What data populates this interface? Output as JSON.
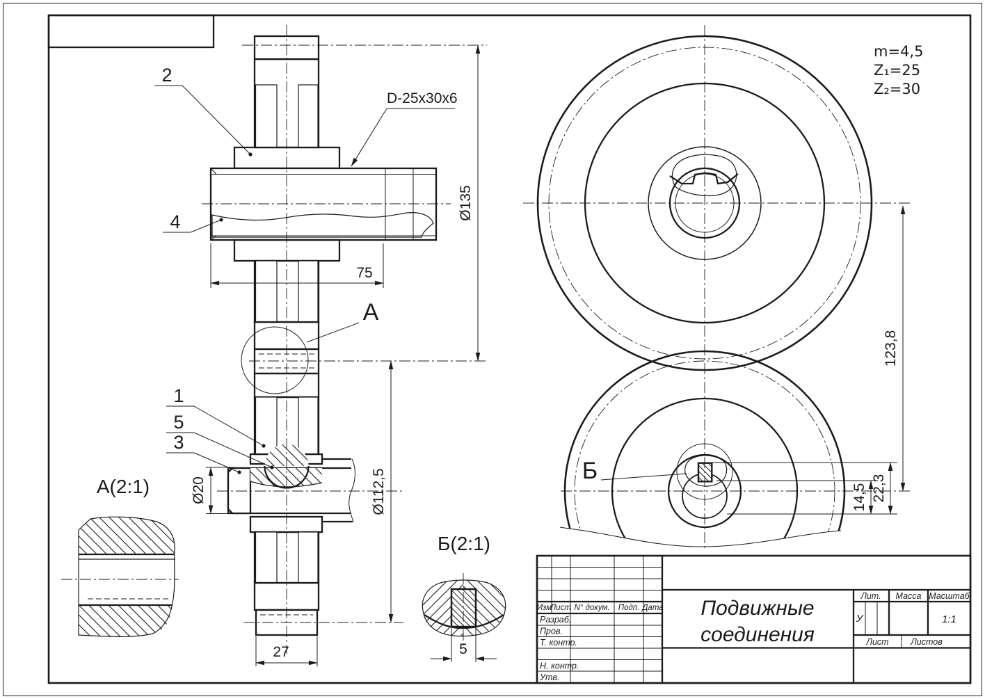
{
  "drawing": {
    "section_view": {
      "callouts": {
        "c1": "1",
        "c2": "2",
        "c3": "3",
        "c4": "4",
        "c5": "5"
      },
      "spline_designation": "D-25x30x6",
      "detail_ref_a": "А",
      "dims": {
        "gear_od": "Ø135",
        "spline_len": "75",
        "shaft_d": "Ø20",
        "gear2_od": "Ø112,5",
        "hub_w": "27"
      }
    },
    "detail_a": {
      "title": "А(2:1)"
    },
    "detail_b": {
      "title": "Б(2:1)",
      "key_width": "5"
    },
    "front_view": {
      "detail_ref_b": "Б",
      "params": {
        "module": "m=4,5",
        "z1": "Z₁=25",
        "z2": "Z₂=30"
      },
      "dims": {
        "center_distance": "123,8",
        "keyway_hub": "22,3",
        "keyway_shaft": "14,5"
      }
    }
  },
  "title_block": {
    "doc_title_line1": "Подвижные",
    "doc_title_line2": "соединения",
    "header_cols": [
      "Изм",
      "Лист",
      "N° докум.",
      "Подп.",
      "Дата"
    ],
    "roles": [
      "Разраб.",
      "Пров.",
      "Т. контр.",
      "Н. контр.",
      "Утв."
    ],
    "liter_header": "Лит.",
    "mass_header": "Масса",
    "scale_header": "Масштаб",
    "liter_value": "У",
    "scale_value": "1:1",
    "sheet_header": "Лист",
    "sheets_header": "Листов"
  }
}
